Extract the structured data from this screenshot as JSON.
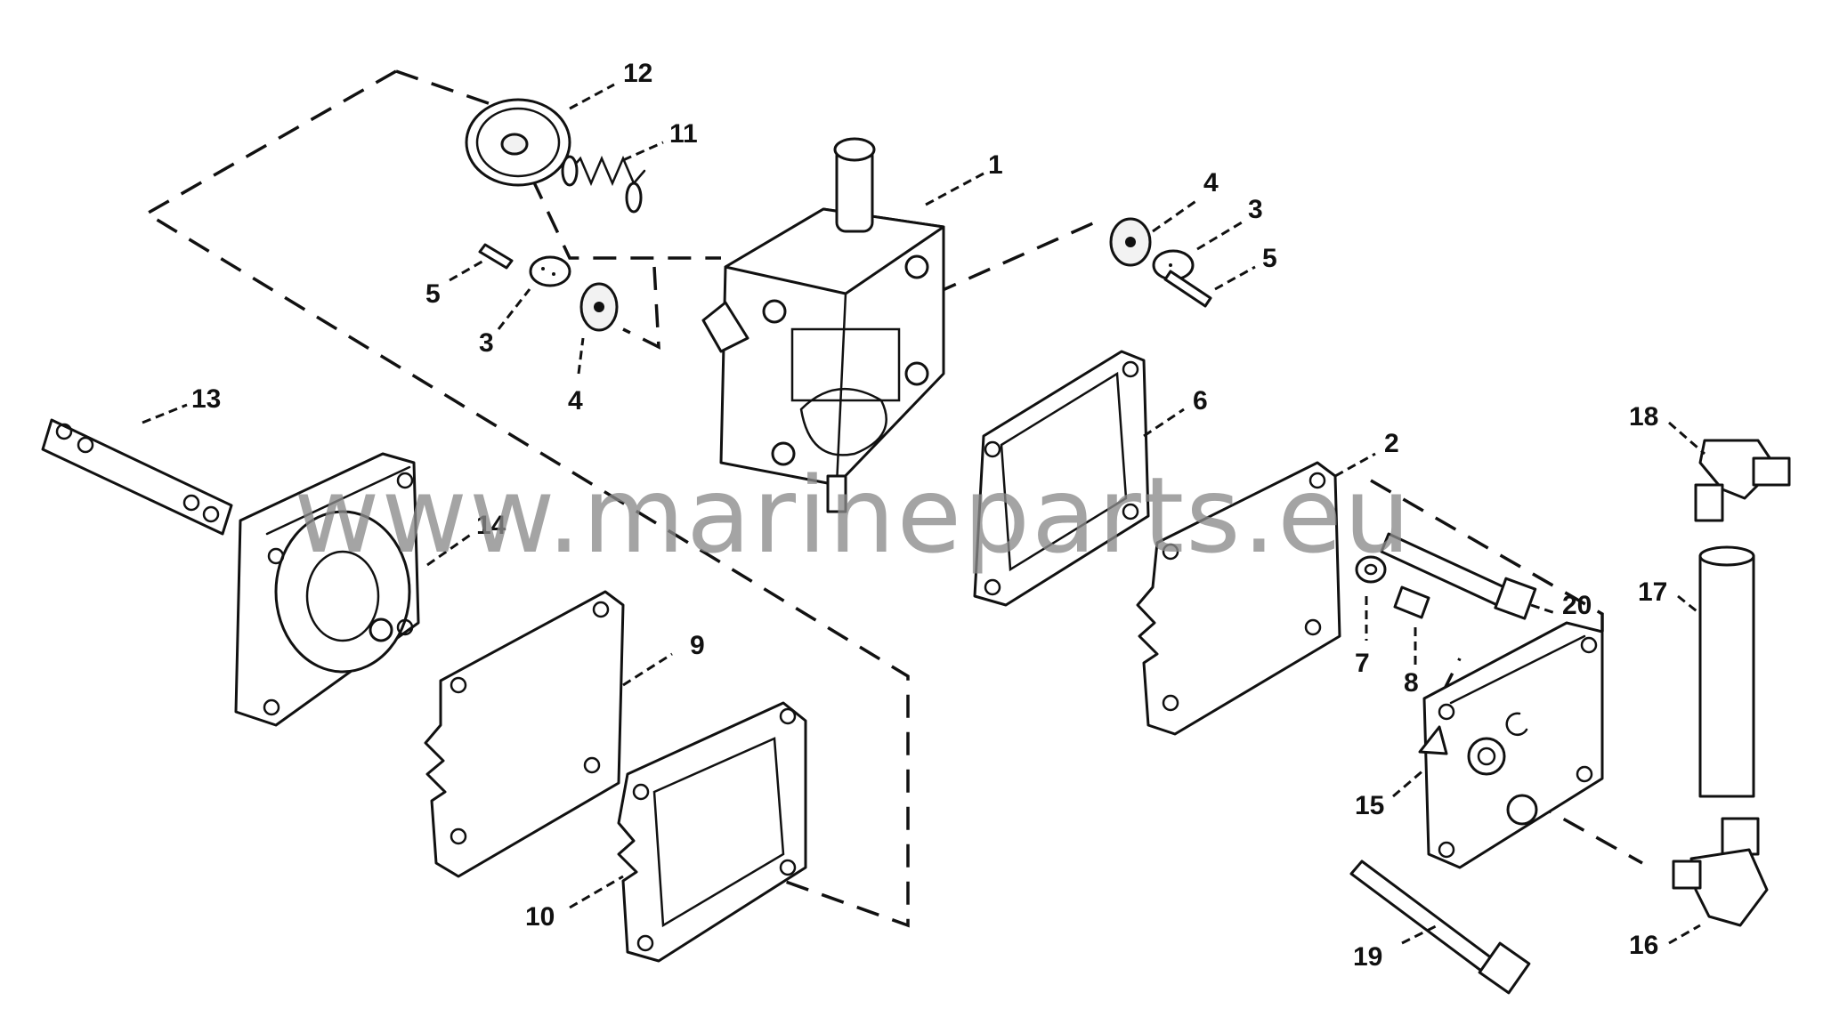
{
  "watermark": "www.marineparts.eu",
  "callouts": {
    "c1": "1",
    "c2": "2",
    "c3a": "3",
    "c3b": "3",
    "c4a": "4",
    "c4b": "4",
    "c5a": "5",
    "c5b": "5",
    "c6": "6",
    "c7": "7",
    "c8": "8",
    "c9": "9",
    "c10": "10",
    "c11": "11",
    "c12": "12",
    "c13": "13",
    "c14": "14",
    "c15": "15",
    "c16": "16",
    "c17": "17",
    "c18": "18",
    "c19": "19",
    "c20": "20"
  }
}
